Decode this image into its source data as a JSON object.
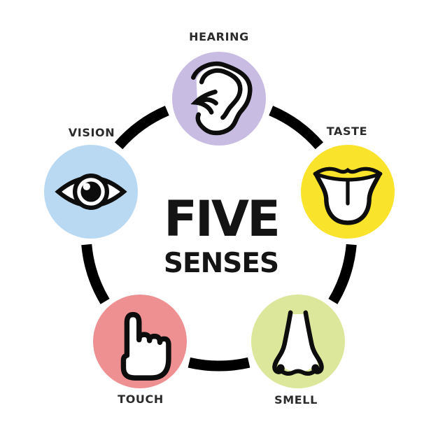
{
  "background": "#ffffff",
  "title": {
    "line1": "FIVE",
    "line2": "SENSES",
    "color": "#141414"
  },
  "ring": {
    "color": "#000000"
  },
  "label_color": "#2b2b2b",
  "icon_stroke": "#0d0d0d",
  "senses": [
    {
      "label": "HEARING",
      "color": "#c9bce3",
      "icon": "ear-icon"
    },
    {
      "label": "TASTE",
      "color": "#f9e32b",
      "icon": "tongue-icon"
    },
    {
      "label": "SMELL",
      "color": "#dde79b",
      "icon": "nose-icon"
    },
    {
      "label": "TOUCH",
      "color": "#ee9092",
      "icon": "hand-icon"
    },
    {
      "label": "VISION",
      "color": "#b9d9f2",
      "icon": "eye-icon"
    }
  ]
}
